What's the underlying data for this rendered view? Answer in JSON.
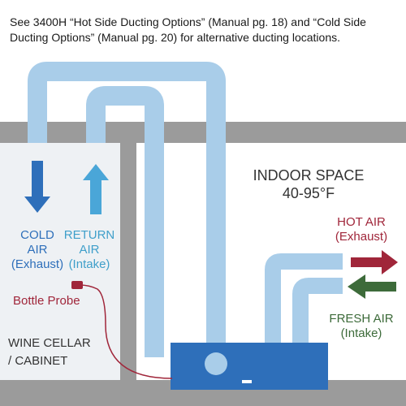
{
  "note": "See 3400H “Hot Side Ducting Options” (Manual pg. 18) and  “Cold Side Ducting Options” (Manual pg. 20) for alternative ducting locations.",
  "labels": {
    "cold_air_line1": "COLD",
    "cold_air_line2": "AIR",
    "cold_air_line3": "(Exhaust)",
    "return_air_line1": "RETURN",
    "return_air_line2": "AIR",
    "return_air_line3": "(Intake)",
    "indoor_line1": "INDOOR SPACE",
    "indoor_line2": "40-95°F",
    "hot_air_line1": "HOT AIR",
    "hot_air_line2": "(Exhaust)",
    "fresh_air_line1": "FRESH AIR",
    "fresh_air_line2": "(Intake)",
    "bottle_probe": "Bottle Probe",
    "wine_cellar_line1": "WINE CELLAR",
    "wine_cellar_line2": "/ CABINET"
  },
  "colors": {
    "wall": "#9b9b9b",
    "cellar_fill": "#eef1f4",
    "duct": "#a9cde9",
    "unit": "#2e6fba",
    "cold_arrow": "#2e6fba",
    "return_arrow": "#4aa6d8",
    "hot_arrow": "#a0263a",
    "fresh_arrow": "#3d6b3a",
    "probe": "#a0263a"
  }
}
